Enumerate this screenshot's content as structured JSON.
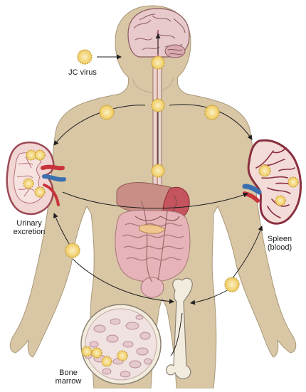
{
  "labels": {
    "jc_virus": "JC virus",
    "urinary_line1": "Urinary",
    "urinary_line2": "excretion",
    "spleen_line1": "Spleen",
    "spleen_line2": "(blood)",
    "bone_line1": "Bone",
    "bone_line2": "marrow"
  },
  "colors": {
    "body_fill": "#d8c6a5",
    "body_stroke": "#a8987a",
    "virus_fill": "#f2d27a",
    "virus_stroke": "#c9a23c",
    "virus_core": "#f7e4a6",
    "brain_fill": "#e8c9cc",
    "organ_pink": "#e6b4b8",
    "liver": "#c98e86",
    "kidney_fill": "#f1d6d3",
    "kidney_stroke": "#9b4a55",
    "spleen_fill": "#f3dcd8",
    "spleen_stroke": "#8a3040",
    "artery_red": "#c9343a",
    "vein_blue": "#3a6fb0",
    "arrow": "#1f1f1f",
    "bone_fill": "#f2ecdf",
    "marrow_fill": "#efe8e2"
  }
}
